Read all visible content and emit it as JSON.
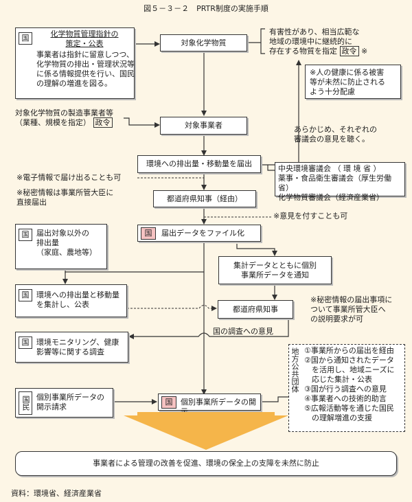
{
  "title": "図５－３－２　PRTR制度の実施手順",
  "gov_guideline": {
    "tag": "国",
    "heading": [
      "化学物質管理指針の",
      "策定・公表"
    ],
    "body": [
      "事業者は指針に留意しつつ、",
      "化学物質の排出・管理状況等",
      "に係る情報提供を行い、国民",
      "の理解の増進を図る。"
    ]
  },
  "target_chemicals": "対象化学物質",
  "chem_note": {
    "lines": [
      "有害性があり、相当広範な",
      "地域の環境中に継続的に"
    ],
    "line3": "存在する物質を指定",
    "ordinance": "政令",
    "mark": "※"
  },
  "chem_footnote": [
    "※人の健康に係る被害",
    "等が未然に防止される",
    "よう十分配慮"
  ],
  "business_def": {
    "line1": "対象化学物質の製造事業者等",
    "line2": "（業種、規模を指定）",
    "ordinance": "政令"
  },
  "target_business": "対象事業者",
  "council_note": [
    "あらかじめ、それぞれの",
    "審議会の意見を聴く。"
  ],
  "report": "環境への排出量・移動量を届出",
  "councils": [
    "中央環境審議会 （ 環 境 省 ）",
    "薬事・食品衛生審議会（厚生労働省）",
    "化学物質審議会（経済産業省）"
  ],
  "electronic_note": "※電子情報で届け出ることも可",
  "secret_note": [
    "※秘密情報は事業所管大臣に",
    "直接届出"
  ],
  "prefecture_via": "都道府県知事（経由）",
  "opinion_note": "※意見を付すことも可",
  "non_target": {
    "tag": "国",
    "lines": [
      "届出対象以外の",
      "排出量",
      "（家庭、農地等）"
    ]
  },
  "file": {
    "tag": "国",
    "text": "届出データをファイル化"
  },
  "notify": [
    "集計データとともに個別",
    "事業所データを通知"
  ],
  "aggregate": {
    "tag": "国",
    "lines": [
      "環境への排出量と移動量",
      "を集計し、公表"
    ]
  },
  "prefecture_gov": "都道府県知事",
  "secret_request": [
    "※秘密情報の届出事項に",
    "ついて事業所管大臣へ",
    "の説明要求が可"
  ],
  "survey_opinion": "国の調査への意見",
  "monitoring": {
    "tag": "国",
    "lines": [
      "環境モニタリング、健康",
      "影響等に関する調査"
    ]
  },
  "local_gov": {
    "label": "地方公共団体",
    "items": [
      "①事業所からの届出を経由",
      "②国から通知されたデータ",
      "　を活用し、地域ニーズに",
      "　応じた集計・公表",
      "③国が行う調査への意見",
      "④事業者への技術的助言",
      "⑤広報活動等を通じた国民",
      "　の理解増進の支援"
    ]
  },
  "disclosure_request": {
    "tag": "国民",
    "lines": [
      "個別事業所データの",
      "開示請求"
    ]
  },
  "disclosure": {
    "tag": "国",
    "text": "個別事業所データの開示"
  },
  "result": "事業者による管理の改善を促進、環境の保全上の支障を未然に防止",
  "source": "資料：環境省、経済産業省",
  "colors": {
    "background": "#fdf6e6",
    "tag_pink": "#f6c2c2",
    "arrow_orange": "#f5b54a"
  }
}
